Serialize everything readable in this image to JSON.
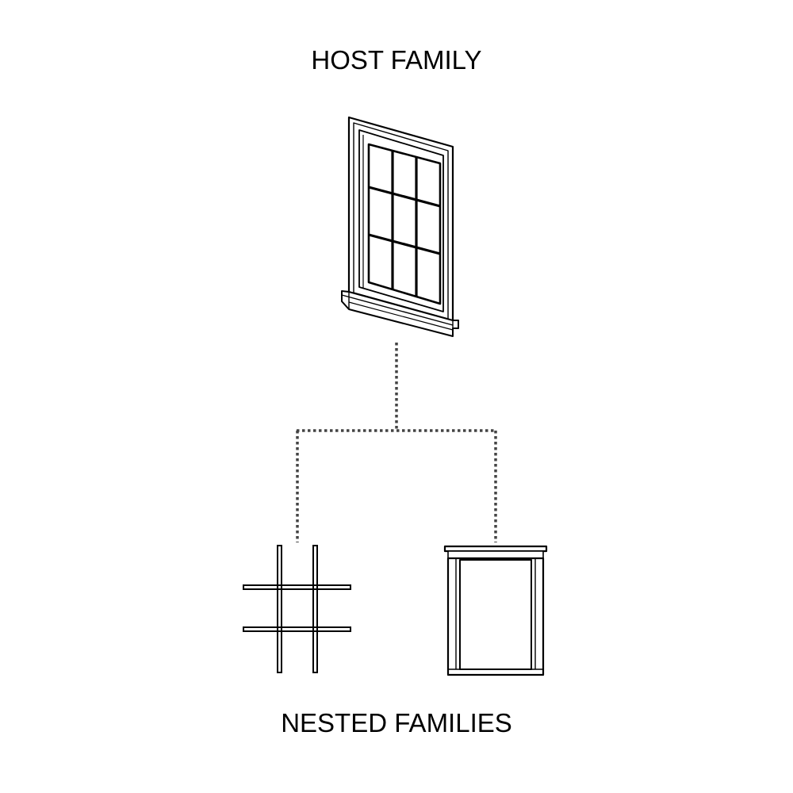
{
  "diagram": {
    "top_label": "HOST FAMILY",
    "bottom_label": "NESTED FAMILIES",
    "nodes": [
      {
        "id": "host-window",
        "icon": "window-icon"
      },
      {
        "id": "nested-grille",
        "icon": "grille-muntins-icon"
      },
      {
        "id": "nested-frame",
        "icon": "window-frame-icon"
      }
    ],
    "connector_style": "dotted",
    "colors": {
      "stroke": "#000000",
      "fill": "#ffffff",
      "connector": "#444444"
    }
  }
}
